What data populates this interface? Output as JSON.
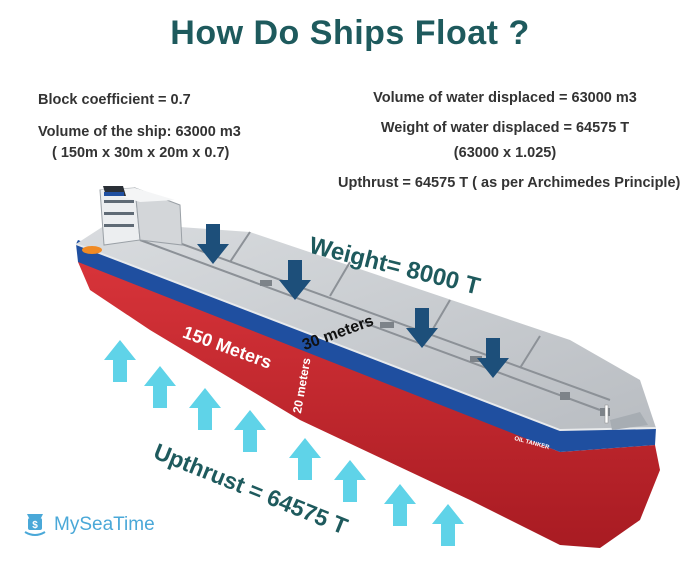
{
  "title": "How Do Ships Float ?",
  "left_info": {
    "block_coefficient": "Block coefficient = 0.7",
    "volume": "Volume of the ship: 63000 m3",
    "volume_calc": "( 150m x 30m x 20m x 0.7)"
  },
  "right_info": {
    "volume_displaced": "Volume of water displaced = 63000 m3",
    "weight_displaced": "Weight of water displaced = 64575 T",
    "weight_calc": "(63000 x 1.025)",
    "upthrust_note": "Upthrust = 64575 T ( as per Archimedes Principle)"
  },
  "labels": {
    "weight": "Weight= 8000 T",
    "length": "150 Meters",
    "width": "30 meters",
    "height": "20 meters",
    "upthrust": "Upthrust = 64575 T",
    "hull_name": "OIL TANKER"
  },
  "logo": {
    "text": "MySeaTime",
    "icon": "ship-logo-icon"
  },
  "colors": {
    "title": "#1e5a5d",
    "weight_arrow": "#1d4f7a",
    "upthrust_arrow": "#5fd3e8",
    "hull_red": "#c8242b",
    "hull_blue": "#1f4fa0",
    "deck": "#c9cdd1",
    "logo": "#4aa8d8"
  }
}
